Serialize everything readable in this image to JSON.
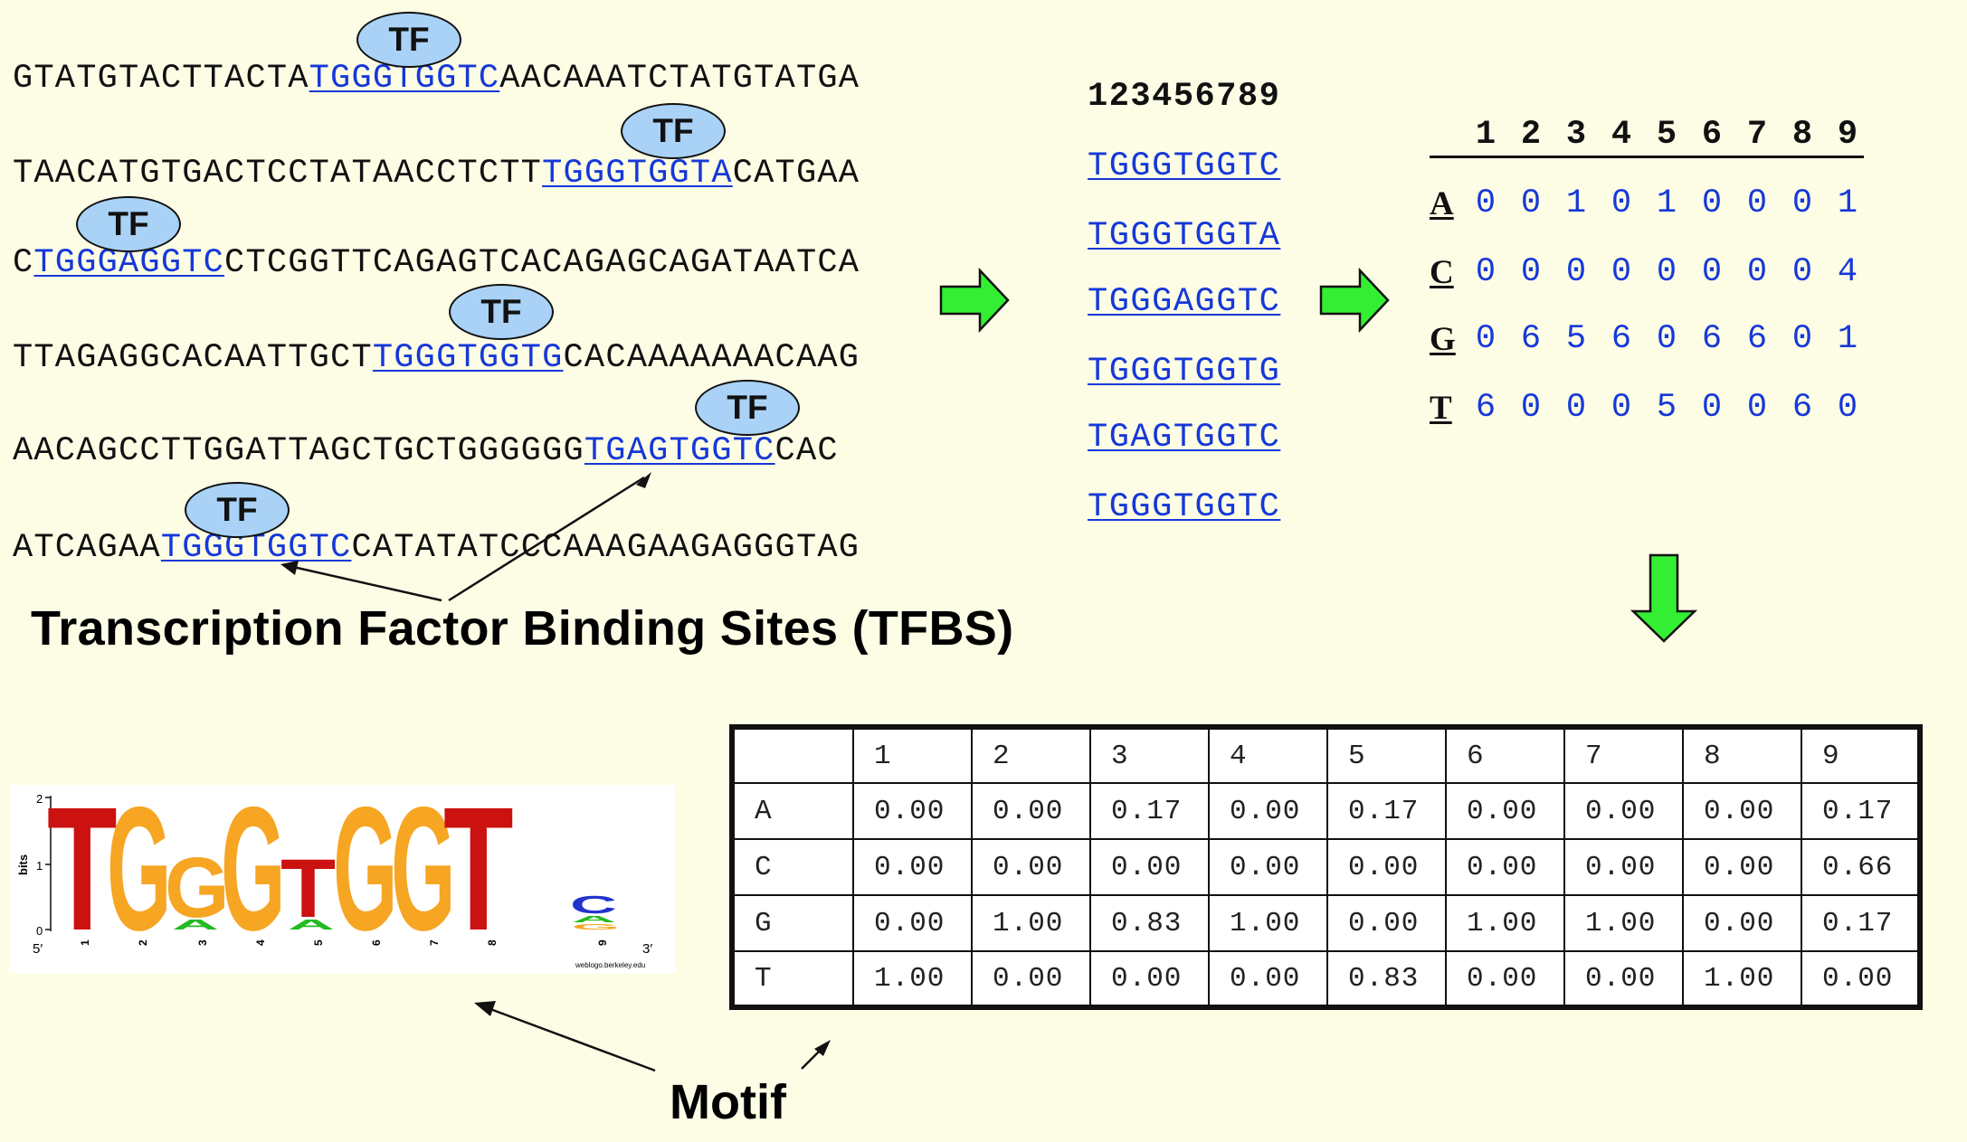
{
  "sequences": [
    {
      "pre": "GTATGTACTTACTA",
      "site": "TGGGTGGTC",
      "post": "AACAAATCTATGTATGA"
    },
    {
      "pre": "TAACATGTGACTCCTATAACCTCTT",
      "site": "TGGGTGGTA",
      "post": "CATGAA"
    },
    {
      "pre": "C",
      "site": "TGGGAGGTC",
      "post": "CTCGGTTCAGAGTCACAGAGCAGATAATCA"
    },
    {
      "pre": "TTAGAGGCACAATTGCT",
      "site": "TGGGTGGTG",
      "post": "CACAAAAAAACAAG"
    },
    {
      "pre": "AACAGCCTTGGATTAGCTGCTGGGGGG",
      "site": "TGAGTGGTC",
      "post": "CAC"
    },
    {
      "pre": "ATCAGAA",
      "site": "TGGGTGGTC",
      "post": "CATATATCCCAAAGAAGAGGGTAG"
    }
  ],
  "tf_label": "TF",
  "tfbs_label": "Transcription Factor Binding Sites (TFBS)",
  "motif_label": "Motif",
  "aligned_header": "123456789",
  "aligned_sites": [
    "TGGGTGGTC",
    "TGGGTGGTA",
    "TGGGAGGTC",
    "TGGGTGGTG",
    "TGAGTGGTC",
    "TGGGTGGTC"
  ],
  "count_matrix": {
    "positions": [
      "1",
      "2",
      "3",
      "4",
      "5",
      "6",
      "7",
      "8",
      "9"
    ],
    "rows": [
      {
        "base": "A",
        "counts": [
          "0",
          "0",
          "1",
          "0",
          "1",
          "0",
          "0",
          "0",
          "1"
        ]
      },
      {
        "base": "C",
        "counts": [
          "0",
          "0",
          "0",
          "0",
          "0",
          "0",
          "0",
          "0",
          "4"
        ]
      },
      {
        "base": "G",
        "counts": [
          "0",
          "6",
          "5",
          "6",
          "0",
          "6",
          "6",
          "0",
          "1"
        ]
      },
      {
        "base": "T",
        "counts": [
          "6",
          "0",
          "0",
          "0",
          "5",
          "0",
          "0",
          "6",
          "0"
        ]
      }
    ]
  },
  "pwm": {
    "positions": [
      "1",
      "2",
      "3",
      "4",
      "5",
      "6",
      "7",
      "8",
      "9"
    ],
    "rows": [
      {
        "base": "A",
        "values": [
          "0.00",
          "0.00",
          "0.17",
          "0.00",
          "0.17",
          "0.00",
          "0.00",
          "0.00",
          "0.17"
        ]
      },
      {
        "base": "C",
        "values": [
          "0.00",
          "0.00",
          "0.00",
          "0.00",
          "0.00",
          "0.00",
          "0.00",
          "0.00",
          "0.66"
        ]
      },
      {
        "base": "G",
        "values": [
          "0.00",
          "1.00",
          "0.83",
          "1.00",
          "0.00",
          "1.00",
          "1.00",
          "0.00",
          "0.17"
        ]
      },
      {
        "base": "T",
        "values": [
          "1.00",
          "0.00",
          "0.00",
          "0.00",
          "0.83",
          "0.00",
          "0.00",
          "1.00",
          "0.00"
        ]
      }
    ]
  },
  "logo": {
    "y_axis_label": "bits",
    "y_ticks": [
      "2",
      "1",
      "0"
    ],
    "five_prime": "5′",
    "three_prime": "3′",
    "credit": "weblogo.berkeley.edu",
    "positions": [
      "1",
      "2",
      "3",
      "4",
      "5",
      "6",
      "7",
      "8",
      "9"
    ],
    "colors": {
      "T": "#cc1111",
      "G": "#f6a623",
      "A": "#22bb22",
      "C": "#2233cc"
    }
  },
  "colors": {
    "arrow": "#33ee33",
    "tf_ellipse": "#a9d2f6",
    "site_text": "#1638d8",
    "background": "#fdfde6"
  }
}
